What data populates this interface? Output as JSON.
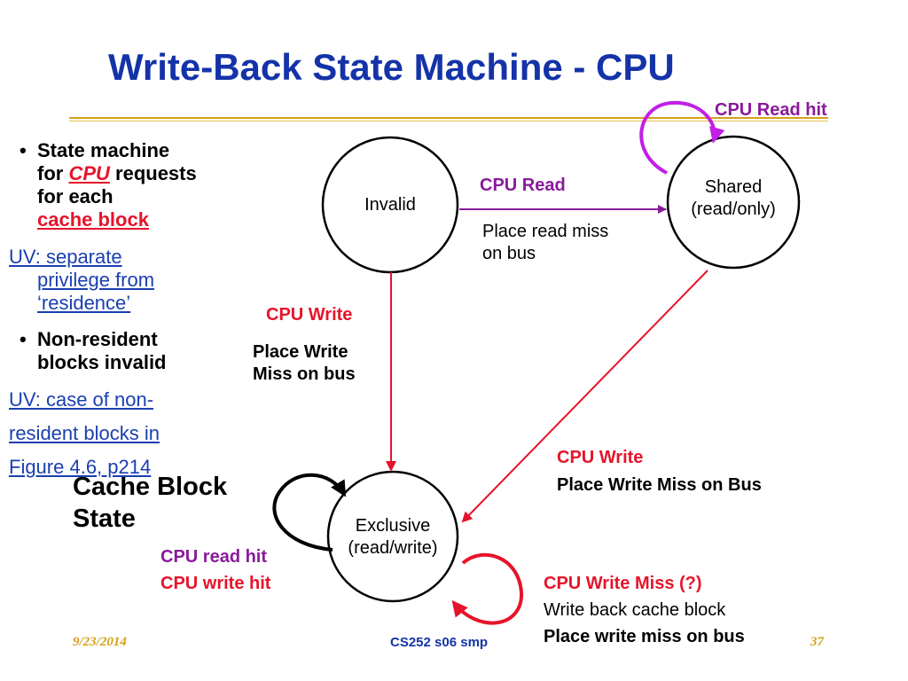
{
  "slide": {
    "title": "Write-Back State Machine - CPU",
    "bullets": {
      "b1_line1": "State machine",
      "b1_for": "for ",
      "b1_cpu": "CPU",
      "b1_requests": " requests",
      "b1_line3": "for each",
      "b1_line4": "cache block",
      "uv1_line1": " UV: separate",
      "uv1_line2": "privilege from",
      "uv1_line3": "‘residence’",
      "b2_line1": "Non-resident",
      "b2_line2": "blocks invalid",
      "uv2_line1": "UV: case of non-",
      "uv2_line2": "resident blocks in",
      "uv2_line3": "Figure 4.6, p214"
    },
    "cache_block_state": {
      "line1": "Cache Block",
      "line2": "State"
    },
    "states": {
      "invalid": "Invalid",
      "shared_l1": "Shared",
      "shared_l2": "(read/only)",
      "exclusive_l1": "Exclusive",
      "exclusive_l2": "(read/write)"
    },
    "transitions": {
      "cpu_read_hit": "CPU Read hit",
      "cpu_read": "CPU Read",
      "place_read_miss_l1": "Place read miss",
      "place_read_miss_l2": "on bus",
      "cpu_write_left": "CPU Write",
      "place_write_l1": "Place Write",
      "place_write_l2": "Miss on bus",
      "cpu_write_right": "CPU Write",
      "place_write_miss_on_bus": "Place Write Miss on Bus",
      "cpu_read_hit_excl": "CPU read hit",
      "cpu_write_hit_excl": "CPU write hit",
      "cpu_write_miss": "CPU Write Miss (?)",
      "write_back": "Write back cache block",
      "place_write_miss_bus": "Place write miss on bus"
    },
    "footer": {
      "date": "9/23/2014",
      "course": "CS252 s06 smp",
      "page": "37"
    },
    "colors": {
      "title": "#1433a8",
      "rule": "#d4a017",
      "red": "#e6142a",
      "purple": "#8a1a9b",
      "magenta": "#c21ee6",
      "uv_link": "#1a3fb0"
    }
  }
}
